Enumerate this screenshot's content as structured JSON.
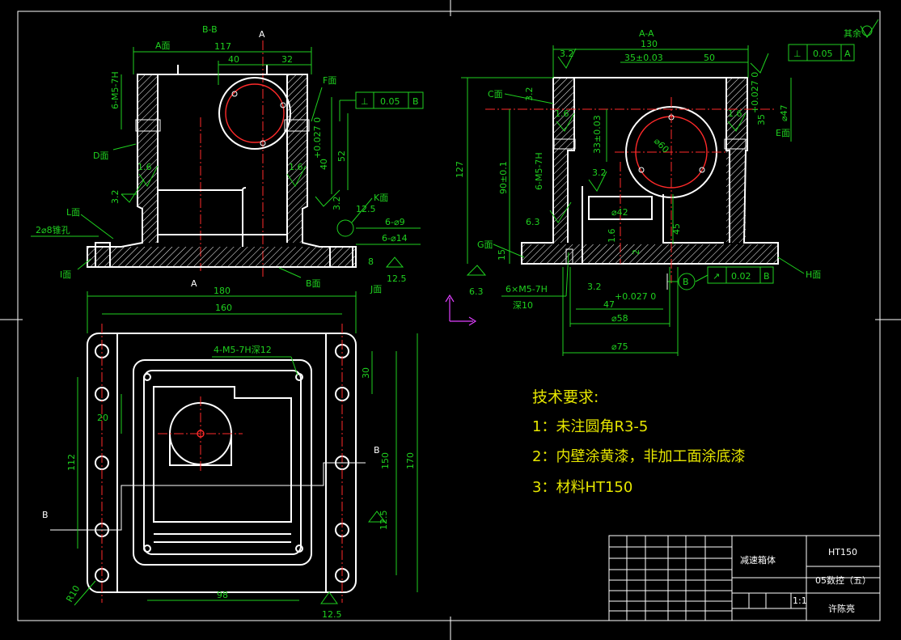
{
  "drawing": {
    "part_name": "减速箱体",
    "material": "HT150",
    "class_name": "05数控（五）",
    "author": "许陈亮",
    "scale": "1:1"
  },
  "views": {
    "bb_label": "B-B",
    "aa_label": "A-A",
    "section_mark_a": "A",
    "section_mark_b": "B"
  },
  "surfaces": {
    "a": "A面",
    "b": "B面",
    "c": "C面",
    "d": "D面",
    "e": "E面",
    "f": "F面",
    "g": "G面",
    "h": "H面",
    "i": "I面",
    "j": "J面",
    "k": "K面",
    "l": "L面"
  },
  "dims_left": {
    "d117": "117",
    "d40": "40",
    "d32": "32",
    "thread_top": "6-M5-7H",
    "d52": "52",
    "bore40": "40",
    "bore40_tol": "+0.027 0",
    "pin_holes": "2⌀8锥孔",
    "holes_9": "6-⌀9",
    "holes_14": "6-⌀14",
    "d8": "8",
    "ra32": "3.2",
    "ra16a": "1.6",
    "ra16b": "1.6",
    "ra32b": "3.2",
    "ra125a": "12.5",
    "ra125b": "12.5",
    "gt_sym": "⊥",
    "gt_val": "0.05",
    "gt_ref": "B"
  },
  "dims_right": {
    "d130": "130",
    "d35": "35±0.03",
    "d50": "50",
    "d127": "127",
    "d90": "90±0.1",
    "d33": "33±0.03",
    "thread_side": "6-M5-7H",
    "phi60": "⌀60",
    "phi47": "⌀47",
    "bore35": "35",
    "bore35_tol": "+0.027 0",
    "phi42": "⌀42",
    "d15": "15",
    "d45": "45",
    "d2": "2",
    "d47": "47",
    "d47_tol": "+0.027 0",
    "phi58": "⌀58",
    "phi75": "⌀75",
    "bottom_thread": "6×M5-7H",
    "bottom_depth": "深10",
    "ra32a": "3.2",
    "ra32b": "3.2",
    "ra32c": "3.2",
    "ra32d": "3.2",
    "ra16a": "1.6",
    "ra16b": "1.6",
    "ra16c": "1.6",
    "ra63a": "6.3",
    "ra63b": "6.3",
    "gt1_sym": "⊥",
    "gt1_val": "0.05",
    "gt1_ref": "A",
    "gt2_sym": "↗",
    "gt2_val": "0.02",
    "gt2_ref": "B",
    "datum_b": "B",
    "rest": "其余"
  },
  "dims_bottom": {
    "d180": "180",
    "d160": "160",
    "thread_4": "4-M5-7H深12",
    "d30": "30",
    "d20": "20",
    "d112": "112",
    "d150": "150",
    "d170": "170",
    "d98": "98",
    "r10": "R10",
    "ra125a": "12.5",
    "ra125b": "12.5"
  },
  "notes": {
    "title": "技术要求:",
    "items": [
      "1：未注圆角R3-5",
      "2：内壁涂黄漆，非加工面涂底漆",
      "3：材料HT150"
    ]
  },
  "colors": {
    "outline": "#ffffff",
    "dimension": "#1fd11f",
    "centerline": "#ff2a2a",
    "notes": "#e6e600",
    "axis_marker": "#e040ff"
  }
}
